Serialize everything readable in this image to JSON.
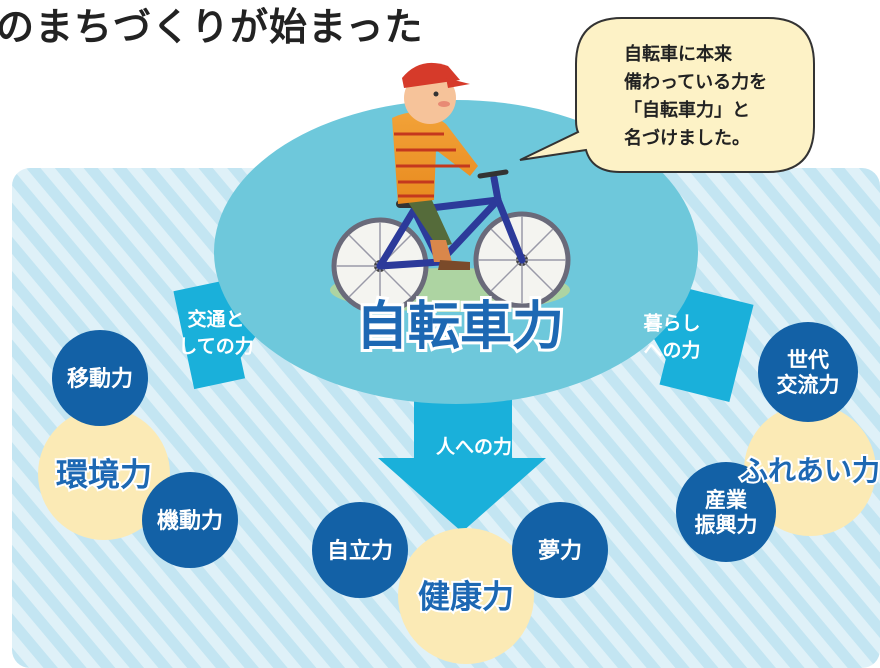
{
  "heading": "のまちづくりが始まった",
  "center": {
    "label": "自転車力",
    "figure": "child-riding-bicycle"
  },
  "speech_bubble": {
    "lines": [
      "自転車に本来",
      "備わっている力を",
      "「自転車力」と",
      "名づけました。"
    ]
  },
  "arrows": {
    "left": [
      "交通と",
      "しての力"
    ],
    "down": [
      "人への力"
    ],
    "right": [
      "暮らし",
      "への力"
    ]
  },
  "groups": {
    "left": {
      "main": [
        "環境力"
      ],
      "subs": [
        [
          "移動力"
        ],
        [
          "機動力"
        ]
      ]
    },
    "bottom": {
      "main": [
        "健康力"
      ],
      "subs": [
        [
          "自立力"
        ],
        [
          "夢力"
        ]
      ]
    },
    "right": {
      "main": [
        "ふれあい力"
      ],
      "subs": [
        [
          "世代",
          "交流力"
        ],
        [
          "産業",
          "振興力"
        ]
      ]
    }
  },
  "colors": {
    "stripe_light": "#dff1f8",
    "stripe_dark": "#c3e5f2",
    "ellipse": "#6ec8db",
    "arrow": "#1ab0da",
    "circle_dark": "#1361a6",
    "circle_light": "#fbeab5",
    "main_text": "#1d68b3",
    "label_white": "#ffffff"
  }
}
